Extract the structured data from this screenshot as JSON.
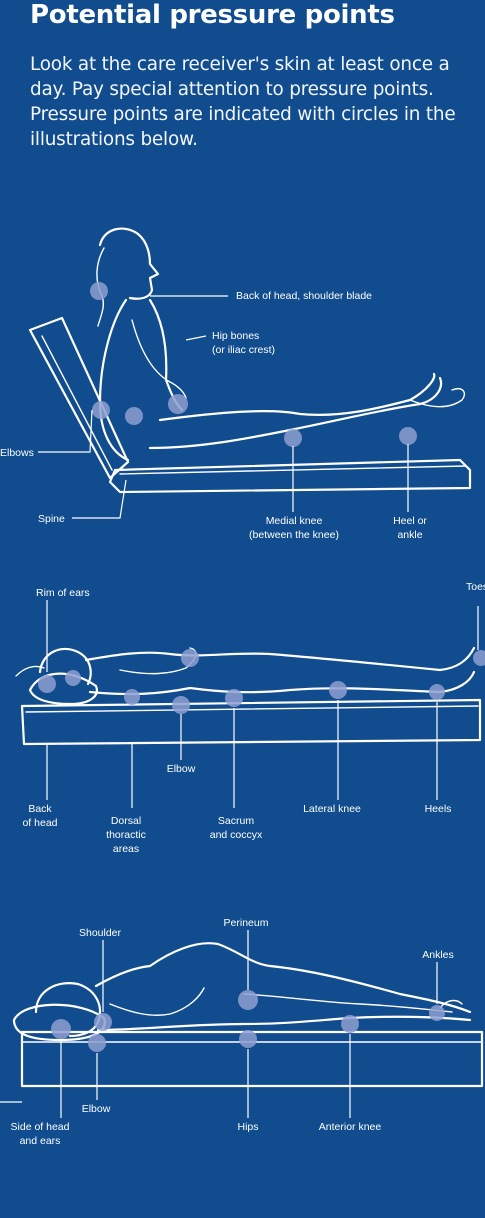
{
  "heading": "Potential pressure points",
  "intro": "Look at the care receiver's skin at least once a day. Pay special attention to pressure points. Pressure points are indicated with circles in the illustrations below.",
  "colors": {
    "background": "#104C8E",
    "text": "#ffffff",
    "pressure_point": "#8E9FD0"
  },
  "figures": {
    "sitting": {
      "labels": {
        "back_head_shoulder": "Back of head, shoulder blade",
        "hip_bones_1": "Hip bones",
        "hip_bones_2": "(or iliac crest)",
        "elbows": "Elbows",
        "spine": "Spine",
        "medial_knee_1": "Medial knee",
        "medial_knee_2": "(between the knee)",
        "heel_ankle_1": "Heel or",
        "heel_ankle_2": "ankle"
      }
    },
    "supine": {
      "labels": {
        "rim_of_ears": "Rim of ears",
        "toes": "Toes",
        "back_of_head_1": "Back",
        "back_of_head_2": "of head",
        "dorsal_1": "Dorsal",
        "dorsal_2": "thoractic",
        "dorsal_3": "areas",
        "elbow": "Elbow",
        "sacrum_1": "Sacrum",
        "sacrum_2": "and coccyx",
        "lateral_knee": "Lateral knee",
        "heels": "Heels"
      }
    },
    "side": {
      "labels": {
        "shoulder": "Shoulder",
        "perineum": "Perineum",
        "ankles": "Ankles",
        "elbow": "Elbow",
        "side_head_1": "Side of head",
        "side_head_2": "and ears",
        "hips": "Hips",
        "anterior_knee": "Anterior knee"
      }
    }
  }
}
